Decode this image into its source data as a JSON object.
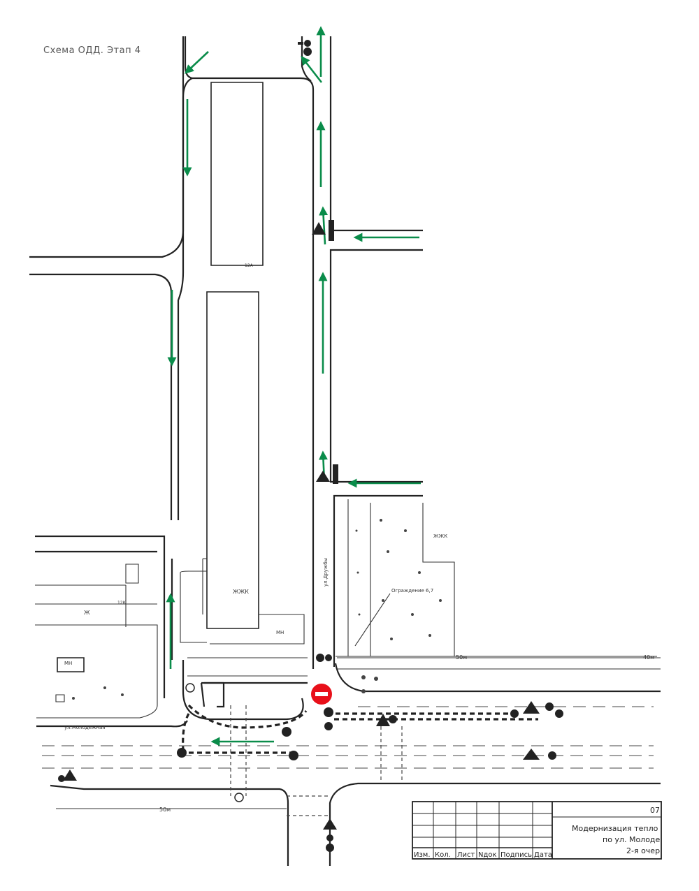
{
  "title": "Схема ОДД. Этап 4",
  "street_labels": {
    "druzhby": "ул.Дружбы",
    "molodezhnaya": "ул.Молодежная"
  },
  "building_labels": {
    "zhk_main": "ЖЖК",
    "zhk_east": "ЖЖК",
    "mn": "МН",
    "mn_left": "МН",
    "zhk_left": "Ж",
    "num_north": "12А",
    "num_k": "12К"
  },
  "annotations": {
    "detour": "Ограждение 6,7"
  },
  "distances": {
    "right_top": "50м",
    "right_far": "40м",
    "bottom": "50м"
  },
  "stamp": {
    "headers": [
      "Изм.",
      "Кол.",
      "Лист",
      "Nдок",
      "Подпись",
      "Дата"
    ],
    "line1": "Модернизация тепло",
    "line2": "по ул. Молоде",
    "line3": "2-я очер",
    "sheet": "07"
  },
  "colors": {
    "detour_arrows": "#0a8c4a",
    "no_entry_sign": "#e8101a",
    "lines": "#222222"
  },
  "icons": [
    "no-entry-sign-icon",
    "road-sign-icon",
    "traffic-direction-arrow-icon"
  ]
}
